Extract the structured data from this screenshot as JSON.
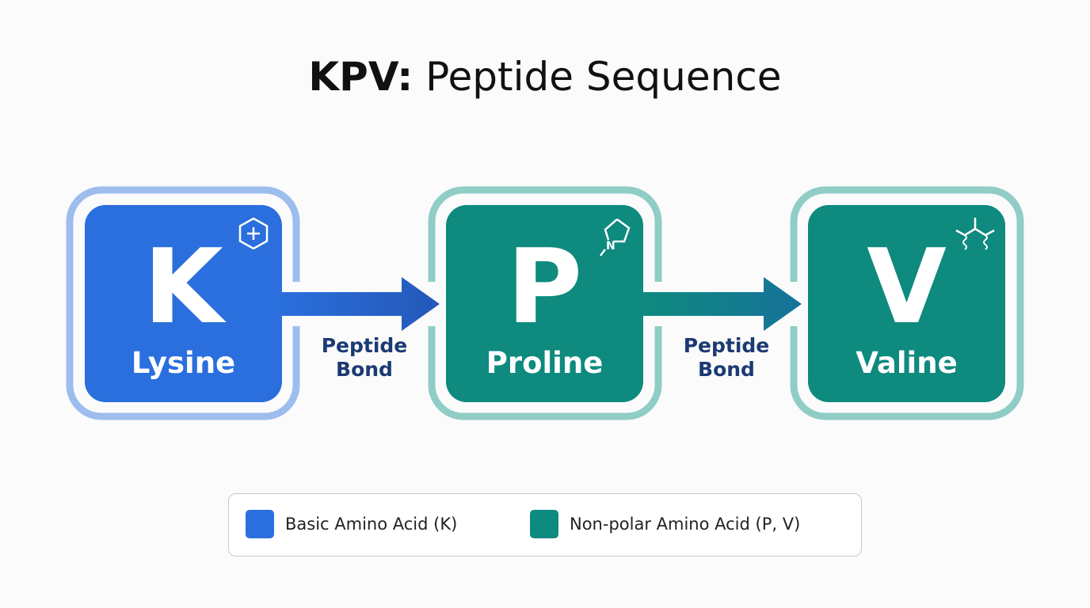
{
  "title": {
    "bold": "KPV:",
    "rest": " Peptide Sequence"
  },
  "amino_acids": [
    {
      "letter": "K",
      "name": "Lysine",
      "icon": "positive-charge-hexagon-icon",
      "color": "#2a6fdd",
      "ring": "#9cbdee"
    },
    {
      "letter": "P",
      "name": "Proline",
      "icon": "pyrrolidine-ring-icon",
      "color": "#0e8a7e",
      "ring": "#8fcdc6"
    },
    {
      "letter": "V",
      "name": "Valine",
      "icon": "isopropyl-side-chain-icon",
      "color": "#0e8a7e",
      "ring": "#8fcdc6"
    }
  ],
  "bonds": [
    {
      "line1": "Peptide",
      "line2": "Bond"
    },
    {
      "line1": "Peptide",
      "line2": "Bond"
    }
  ],
  "legend": [
    {
      "label": "Basic Amino Acid (K)",
      "color": "#2a6fdd"
    },
    {
      "label": "Non-polar Amino Acid (P, V)",
      "color": "#0e8a7e"
    }
  ]
}
